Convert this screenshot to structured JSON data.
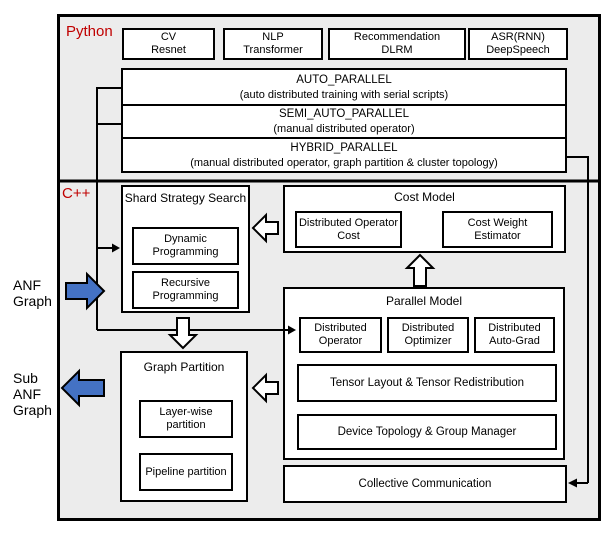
{
  "colors": {
    "accent": "#c00000",
    "arrow_blue": "#4472c4"
  },
  "sections": {
    "python_label": "Python",
    "cpp_label": "C++"
  },
  "models": [
    {
      "top": "CV",
      "bottom": "Resnet"
    },
    {
      "top": "NLP",
      "bottom": "Transformer"
    },
    {
      "top": "Recommendation",
      "bottom": "DLRM"
    },
    {
      "top": "ASR(RNN)",
      "bottom": "DeepSpeech"
    }
  ],
  "api_levels": [
    {
      "title": "AUTO_PARALLEL",
      "subtitle": "(auto distributed training with serial scripts)"
    },
    {
      "title": "SEMI_AUTO_PARALLEL",
      "subtitle": "(manual distributed operator)"
    },
    {
      "title": "HYBRID_PARALLEL",
      "subtitle": "(manual distributed operator, graph partition & cluster topology)"
    }
  ],
  "shard_strategy": {
    "title": "Shard Strategy Search",
    "items": [
      "Dynamic Programming",
      "Recursive Programming"
    ]
  },
  "cost_model": {
    "title": "Cost Model",
    "items": [
      "Distributed Operator Cost",
      "Cost Weight Estimator"
    ]
  },
  "parallel_model": {
    "title": "Parallel Model",
    "row": [
      "Distributed Operator",
      "Distributed Optimizer",
      "Distributed Auto-Grad"
    ],
    "wide": [
      "Tensor Layout & Tensor Redistribution",
      "Device Topology & Group Manager"
    ]
  },
  "graph_partition": {
    "title": "Graph Partition",
    "items": [
      "Layer-wise partition",
      "Pipeline partition"
    ]
  },
  "collective_communication": "Collective Communication",
  "io_labels": {
    "input": "ANF Graph",
    "output": "Sub ANF Graph"
  }
}
